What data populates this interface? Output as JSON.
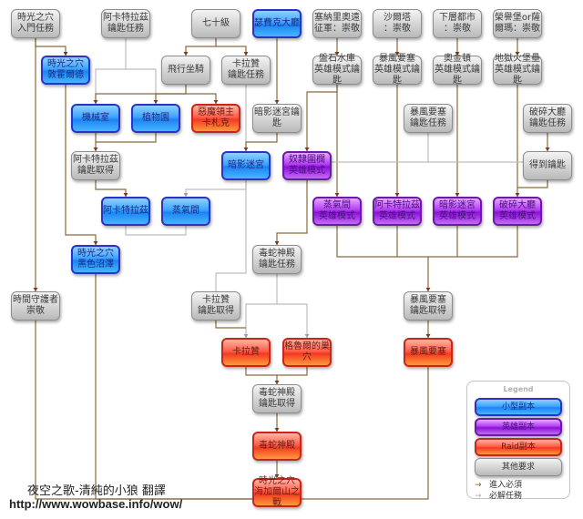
{
  "nodes": {
    "cot_entry_quest": {
      "label": "時光之穴\n入門任務",
      "type": "gray"
    },
    "arcatraz_key_quest": {
      "label": "阿卡特拉茲\n鑰匙任務",
      "type": "gray"
    },
    "level_70": {
      "label": "七十級",
      "type": "gray"
    },
    "black_temple_hall": {
      "label": "瑟費克大廳",
      "type": "blue"
    },
    "cenarion_rep": {
      "label": "塞納里奧遠\n征軍：崇敬",
      "type": "gray"
    },
    "shattrath_rep": {
      "label": "沙爾塔\n：崇敬",
      "type": "gray"
    },
    "lower_city_rep": {
      "label": "下層都市\n：崇敬",
      "type": "gray"
    },
    "honor_hold_rep": {
      "label": "榮譽堡or薩\n爾瑪：崇敬",
      "type": "gray"
    },
    "cot_durnholde": {
      "label": "時光之穴\n敦霍爾德",
      "type": "blue"
    },
    "flying_mount": {
      "label": "飛行坐騎",
      "type": "gray"
    },
    "karazhan_key_quest": {
      "label": "卡拉贊\n鑰匙任務",
      "type": "gray"
    },
    "coilfang_heroic_key": {
      "label": "盤石水庫\n英雄模式鑰匙",
      "type": "gray"
    },
    "tempest_keep_heroic_key": {
      "label": "暴風要塞\n英雄模式鑰匙",
      "type": "gray"
    },
    "auchindoun_heroic_key": {
      "label": "奧金頓\n英雄模式鑰匙",
      "type": "gray"
    },
    "hellfire_heroic_key": {
      "label": "地獄火堡壘\n英雄模式鑰匙",
      "type": "gray"
    },
    "mechanar": {
      "label": "機械室",
      "type": "blue"
    },
    "botanica": {
      "label": "植物園",
      "type": "blue"
    },
    "magtheridon": {
      "label": "惡魔領主\n卡札克",
      "type": "red"
    },
    "shadow_lab_key": {
      "label": "暗影迷宮鑰匙",
      "type": "gray"
    },
    "tempest_keep_key_quest": {
      "label": "暴風要塞\n鑰匙任務",
      "type": "gray"
    },
    "shattered_halls_key_quest": {
      "label": "破碎大廳\n鑰匙任務",
      "type": "gray"
    },
    "arcatraz_key_obtained": {
      "label": "阿卡特拉茲\n鑰匙取得",
      "type": "gray"
    },
    "shadow_labyrinth": {
      "label": "暗影迷宮",
      "type": "blue"
    },
    "slave_pens_heroic": {
      "label": "奴隸圍欄\n英雄模式",
      "type": "purple"
    },
    "get_key": {
      "label": "得到鑰匙",
      "type": "gray"
    },
    "arcatraz": {
      "label": "阿卡特拉茲",
      "type": "blue"
    },
    "steamvault": {
      "label": "蒸氣間",
      "type": "blue"
    },
    "steamvault_heroic": {
      "label": "蒸氣間\n英雄模式",
      "type": "purple"
    },
    "arcatraz_heroic": {
      "label": "阿卡特拉茲\n英雄模式",
      "type": "purple"
    },
    "shadow_lab_heroic": {
      "label": "暗影迷宮\n英雄模式",
      "type": "purple"
    },
    "shattered_halls_heroic": {
      "label": "破碎大廳\n英雄模式",
      "type": "purple"
    },
    "cot_black_morass": {
      "label": "時光之穴\n黑色沼澤",
      "type": "blue"
    },
    "ssc_key_quest": {
      "label": "毒蛇神殿\n鑰匙任務",
      "type": "gray"
    },
    "keepers_of_time_rep": {
      "label": "時間守護者\n崇敬",
      "type": "gray"
    },
    "karazhan_key_obtained": {
      "label": "卡拉贊\n鑰匙取得",
      "type": "gray"
    },
    "tempest_keep_key_obtained": {
      "label": "暴風要塞\n鑰匙取得",
      "type": "gray"
    },
    "karazhan": {
      "label": "卡拉贊",
      "type": "red"
    },
    "gruuls_lair": {
      "label": "格魯爾的巢穴",
      "type": "red"
    },
    "tempest_keep": {
      "label": "暴風要塞",
      "type": "red"
    },
    "ssc_key_obtained": {
      "label": "毒蛇神殿\n鑰匙取得",
      "type": "gray"
    },
    "serpentshrine": {
      "label": "毒蛇神殿",
      "type": "red"
    },
    "cot_hyjal": {
      "label": "時光之穴\n海加爾山之戰",
      "type": "red"
    }
  },
  "legend": {
    "title": "Legend",
    "items": [
      {
        "label": "小型副本",
        "type": "blue"
      },
      {
        "label": "英雄副本",
        "type": "purple"
      },
      {
        "label": "Raid副本",
        "type": "red"
      },
      {
        "label": "其他要求",
        "type": "gray"
      }
    ],
    "arrows": [
      {
        "label": "進入必須",
        "color": "#8a5a2a"
      },
      {
        "label": "必解任務",
        "color": "#b0b0b0"
      }
    ]
  },
  "credit": {
    "translator": "夜空之歌-清純的小狼 翻譯",
    "url": "http://www.wowbase.info/wow/"
  },
  "colors": {
    "required_line": "#8a6a3a",
    "quest_line": "#bdbdbd",
    "arrow_head": "#7a3a1a"
  }
}
